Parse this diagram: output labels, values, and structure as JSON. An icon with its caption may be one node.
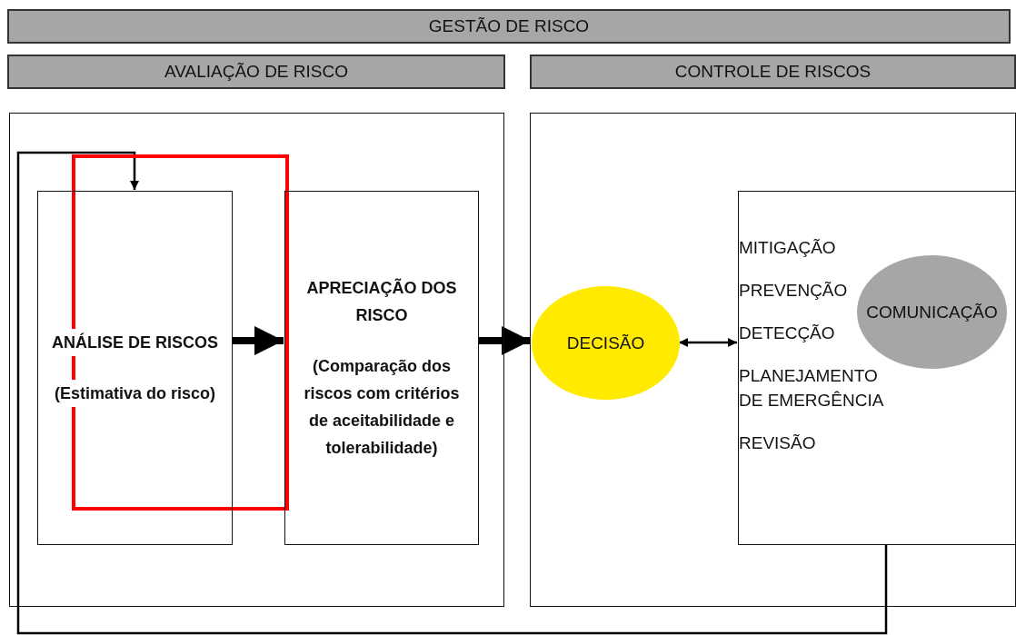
{
  "diagram": {
    "nodes": [
      {
        "text": [
          "GESTÃO DE RISCO"
        ]
      },
      {
        "text": [
          "AVALIAÇÃO DE RISCO"
        ]
      },
      {
        "text": [
          "CONTROLE DE RISCOS"
        ]
      },
      {
        "text": [],
        "shape": "box"
      },
      {
        "text": [
          "ANÁLISE DE RISCOS",
          "(Estimativa do risco)"
        ],
        "in": 3
      },
      {
        "text": [
          "APRECIAÇÃO DOS RISCO",
          "(Comparação dos riscos com critérios de aceitabilidade e tolerabilidade)"
        ],
        "in": 3
      },
      {
        "text": [],
        "shape": "box"
      },
      {
        "text": [
          "DECISÃO"
        ],
        "in": 6
      },
      {
        "text": [
          "MITIGAÇÃO",
          "PREVENÇÃO",
          "DETECÇÃO",
          "PLANEJAMENTO DE EMERGÊNCIA",
          "REVISÃO"
        ],
        "in": 6
      },
      {
        "text": [
          "COMUNICAÇÃO"
        ],
        "in": 8
      }
    ],
    "edges": [
      {
        "from": 4,
        "to": 5,
        "arrow": "to",
        "style": "thick"
      },
      {
        "from": 5,
        "to": 7,
        "arrow": "to",
        "style": "thick"
      },
      {
        "from": 7,
        "to": 8,
        "arrow": "both"
      },
      {
        "from": 8,
        "to": 4,
        "arrow": "to"
      }
    ]
  }
}
